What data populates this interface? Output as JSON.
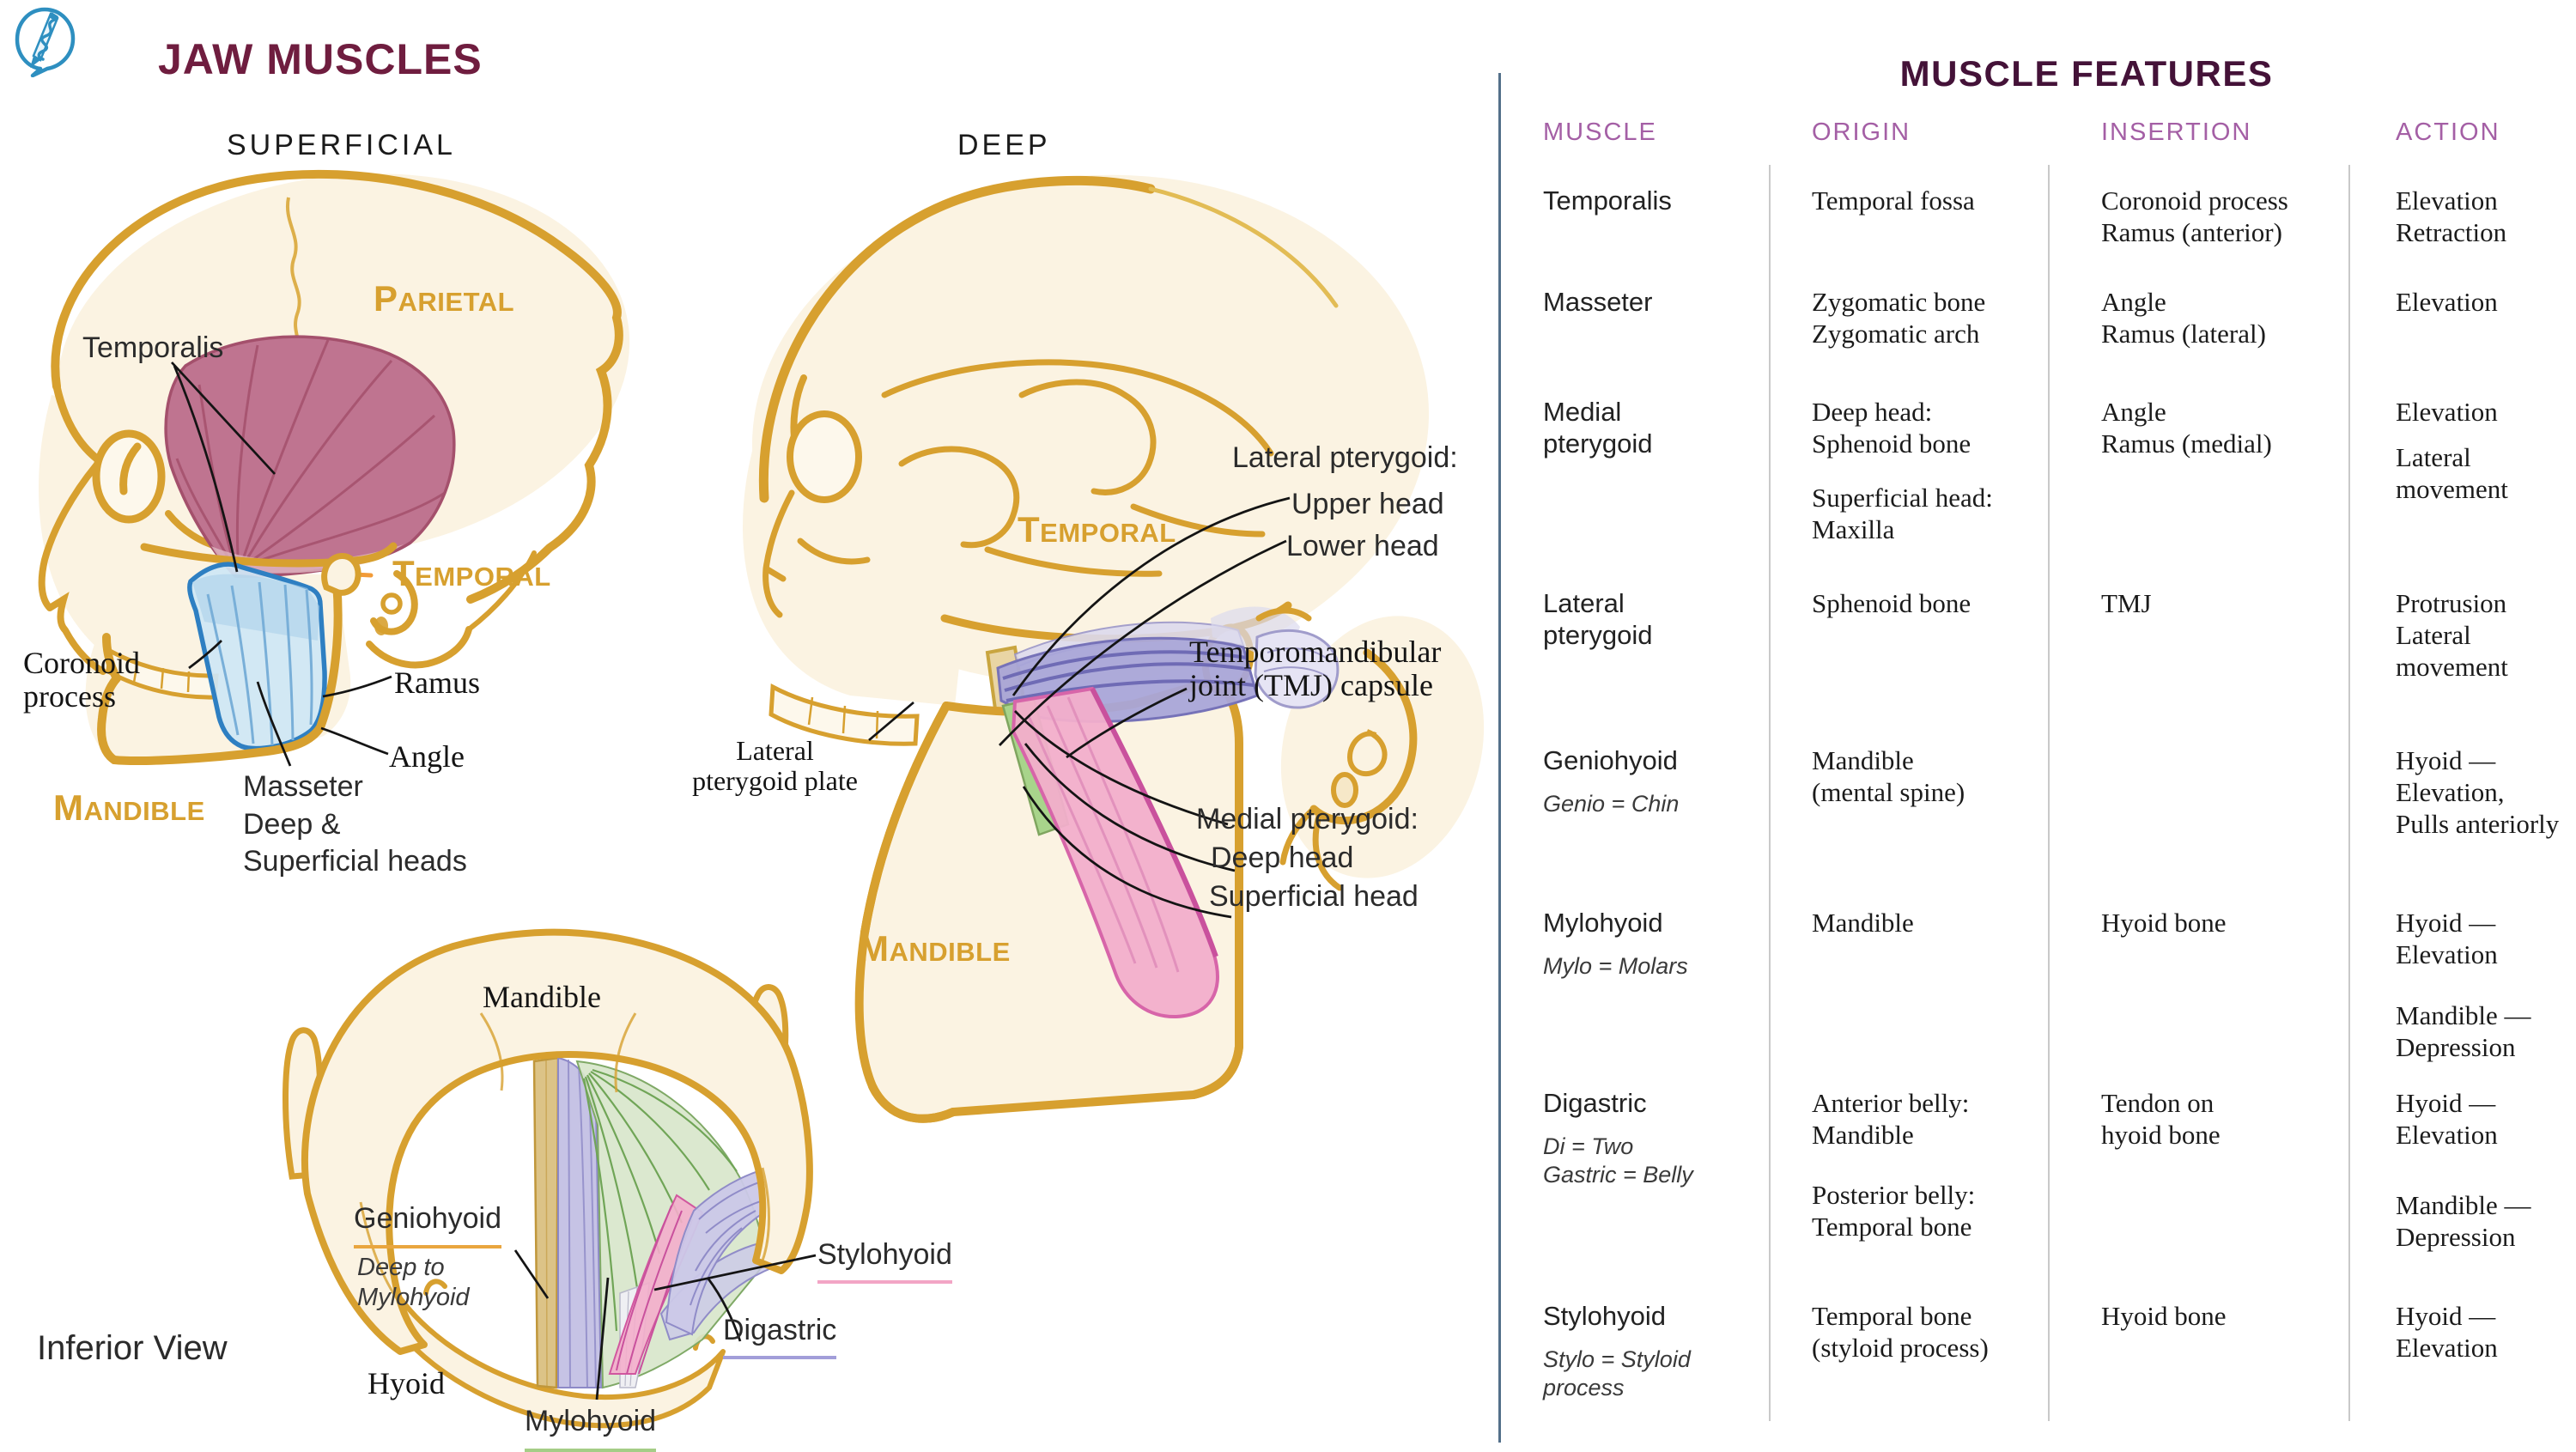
{
  "header": {
    "title": "JAW MUSCLES",
    "logo": "staff-of-asclepius-pencil-icon"
  },
  "views": {
    "superficial": {
      "heading": "SUPERFICIAL",
      "labels": {
        "temporalis": "Temporalis",
        "parietal": "PARIETAL",
        "temporal": "TEMPORAL",
        "coronoid_process": "Coronoid\nprocess",
        "ramus": "Ramus",
        "angle": "Angle",
        "masseter": "Masseter\nDeep &\nSuperficial heads",
        "mandible": "MANDIBLE"
      }
    },
    "deep": {
      "heading": "DEEP",
      "labels": {
        "temporal": "TEMPORAL",
        "lateral_pterygoid": "Lateral pterygoid:",
        "upper_head": "Upper head",
        "lower_head": "Lower head",
        "tmj_capsule": "Temporomandibular\njoint (TMJ) capsule",
        "lateral_pterygoid_plate": "Lateral\npterygoid plate",
        "medial_pterygoid": "Medial pterygoid:",
        "deep_head": "Deep head",
        "superficial_head": "Superficial head",
        "mandible": "MANDIBLE"
      }
    },
    "inferior": {
      "heading": "Inferior View",
      "labels": {
        "mandible": "Mandible",
        "geniohyoid": "Geniohyoid",
        "deep_to_mylohyoid": "Deep to\nMylohyoid",
        "hyoid": "Hyoid",
        "mylohyoid": "Mylohyoid",
        "digastric": "Digastric",
        "stylohyoid": "Stylohyoid"
      }
    }
  },
  "table": {
    "title": "MUSCLE FEATURES",
    "columns": [
      "MUSCLE",
      "ORIGIN",
      "INSERTION",
      "ACTION"
    ],
    "rows": [
      {
        "muscle": "Temporalis",
        "origin": [
          "Temporal fossa"
        ],
        "insertion": [
          "Coronoid process\nRamus (anterior)"
        ],
        "action": [
          "Elevation\nRetraction"
        ]
      },
      {
        "muscle": "Masseter",
        "origin": [
          "Zygomatic bone\nZygomatic arch"
        ],
        "insertion": [
          "Angle\nRamus (lateral)"
        ],
        "action": [
          "Elevation"
        ]
      },
      {
        "muscle": "Medial\npterygoid",
        "origin": [
          "Deep head:\nSphenoid bone",
          "Superficial head:\nMaxilla"
        ],
        "insertion": [
          "Angle\nRamus (medial)"
        ],
        "action": [
          "Elevation",
          "Lateral\nmovement"
        ]
      },
      {
        "muscle": "Lateral\npterygoid",
        "origin": [
          "Sphenoid bone"
        ],
        "insertion": [
          "TMJ"
        ],
        "action": [
          "Protrusion\nLateral\nmovement"
        ]
      },
      {
        "muscle": "Geniohyoid",
        "note": "Genio = Chin",
        "origin": [
          "Mandible\n(mental spine)"
        ],
        "insertion": [],
        "action": [
          "Hyoid —\nElevation,\nPulls anteriorly"
        ]
      },
      {
        "muscle": "Mylohyoid",
        "note": "Mylo = Molars",
        "origin": [
          "Mandible"
        ],
        "insertion": [
          "Hyoid bone"
        ],
        "action": [
          "Hyoid —\nElevation",
          "Mandible —\nDepression"
        ]
      },
      {
        "muscle": "Digastric",
        "note": "Di = Two\nGastric = Belly",
        "origin": [
          "Anterior belly:\nMandible",
          "Posterior belly:\nTemporal bone"
        ],
        "insertion": [
          "Tendon on\nhyoid bone"
        ],
        "action": [
          "Hyoid —\nElevation",
          "Mandible —\nDepression"
        ]
      },
      {
        "muscle": "Stylohyoid",
        "note": "Stylo = Styloid\n          process",
        "origin": [
          "Temporal bone\n(styloid process)"
        ],
        "insertion": [
          "Hyoid bone"
        ],
        "action": [
          "Hyoid —\nElevation"
        ]
      }
    ]
  },
  "colors": {
    "gold": "#D7A02F",
    "cream": "#FBF3E2",
    "title_maroon": "#6F1D3F",
    "table_title_plum": "#441238",
    "column_header_purple": "#A45FA5",
    "temporalis_pink": "#BF7490",
    "masseter_blue": "#CFE6F5",
    "masseter_border_blue": "#2E7FC2",
    "lateral_pterygoid_purple": "#A9A5D8",
    "medial_pterygoid_pink": "#F2AECB",
    "medial_pterygoid_border": "#D765A9",
    "mylohyoid_green": "#D8E6CB",
    "geniohyoid_tan": "#DCC387",
    "geniohyoid_underline": "#E9A63F",
    "stylohyoid_underline": "#F2A5C5",
    "digastric_underline": "#A29ED9",
    "mylohyoid_underline": "#A5CD87",
    "logo_blue": "#2E8FC0"
  }
}
